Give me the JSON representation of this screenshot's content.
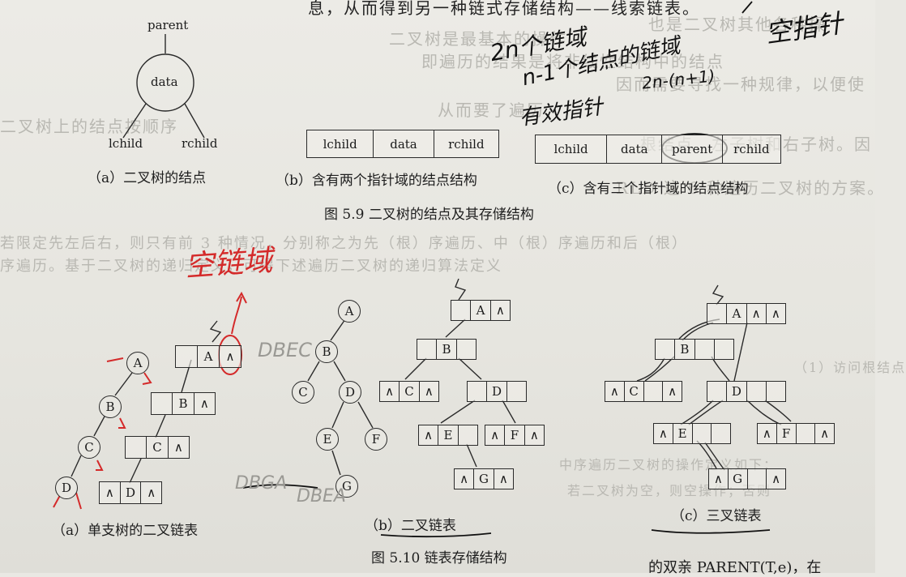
{
  "background_text": {
    "top_line": "息，从而得到另一种链式存储结构——线索链表。",
    "line2": "也是二叉树其他各种操",
    "line3": "二叉树是最基本的操作",
    "line4": "即遍历的结果是将非线性结构中的结点",
    "line5": "因而需要寻找一种规律，以便使",
    "line6": "从而要了遍历",
    "line7": "二叉树上的结点按顺序",
    "line8": "根结点、左子树和右子树。因",
    "line9": "RLD 这 6 种遍历二叉树的方案。",
    "line10": "若限定先左后右，则只有前 3 种情况，分别称之为先（根）序遍历、中（根）序遍历和后（根）",
    "line11": "序遍历。基于二叉树的递归定义，可得下述遍历二叉树的递归算法定义",
    "line12": "中序遍历二叉树的操作定义如下：",
    "line13": "若二叉树为空，则空操作；否则",
    "line14": "（1）访问根结点",
    "line15": "的双亲 PARENT(T,e)，在"
  },
  "fig59": {
    "a_parent": "parent",
    "a_data": "data",
    "a_lchild": "lchild",
    "a_rchild": "rchild",
    "a_caption": "（a）二叉树的结点",
    "b_cells": [
      "lchild",
      "data",
      "rchild"
    ],
    "b_caption": "（b）含有两个指针域的结点结构",
    "c_cells": [
      "lchild",
      "data",
      "parent",
      "rchild"
    ],
    "c_caption": "（c）含有三个指针域的结点结构",
    "figure_caption": "图 5.9   二叉树的结点及其存储结构"
  },
  "fig510": {
    "a_caption": "（a）单支树的二叉链表",
    "b_caption": "（b）二叉链表",
    "c_caption": "（c）三叉链表",
    "figure_caption": "图 5.10   链表存储结构",
    "tree_a_nodes": [
      "A",
      "B",
      "C",
      "D"
    ],
    "tree_b_nodes": [
      "A",
      "B",
      "C",
      "D",
      "E",
      "F",
      "G"
    ],
    "null_symbol": "∧"
  },
  "handwriting": {
    "h1": "2n个链域",
    "h2": "n-1个结点的链域",
    "h3": "有效指针",
    "h4": "2n-(n+1)",
    "h5": "空指针",
    "h6": "空链域",
    "h7": "DBEC",
    "h8": "DBGA",
    "h9": "DBEA"
  },
  "colors": {
    "ink": "#1c1c1c",
    "red_pen": "#d42a2a",
    "paper": "#e9e8e3"
  }
}
